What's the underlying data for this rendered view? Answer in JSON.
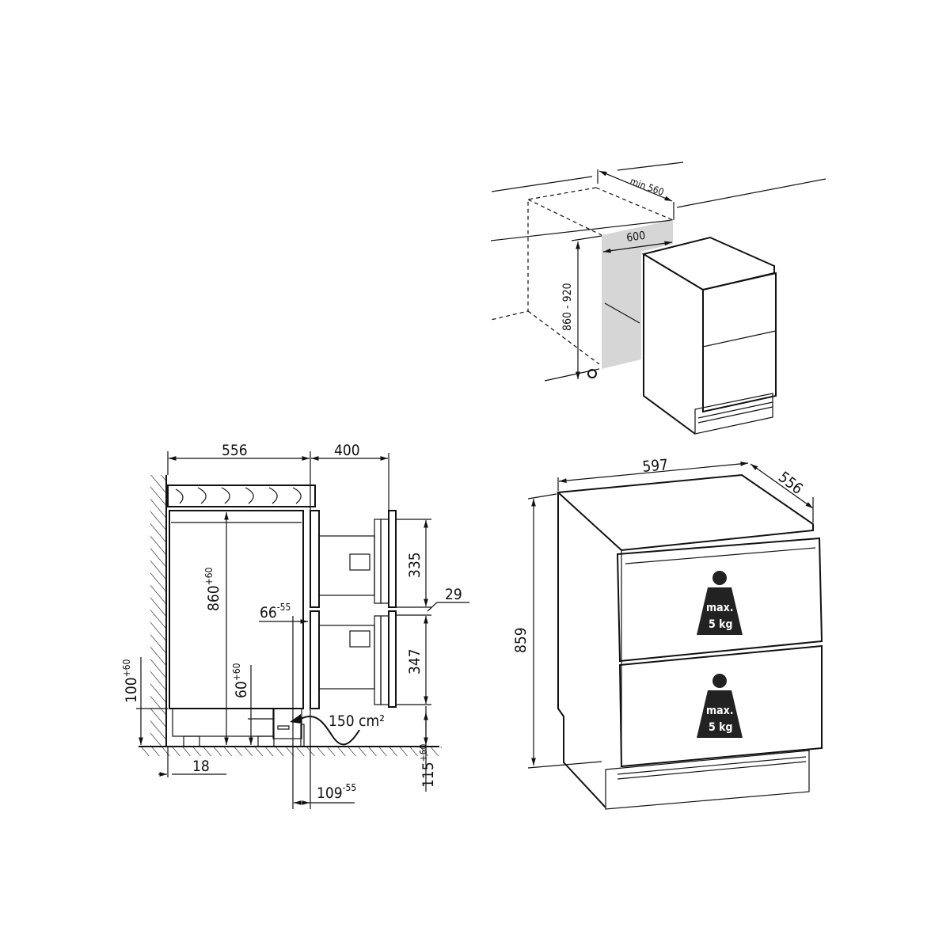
{
  "installation_view": {
    "depth_min": "min 560",
    "width": "600",
    "height_range": "860 - 920"
  },
  "side_view": {
    "cabinet_depth": "556",
    "drawer_extension": "400",
    "upper_drawer_height": "335",
    "drawer_gap": "29",
    "lower_drawer_height": "347",
    "niche_height": "860",
    "niche_height_tol": "+60",
    "door_offset": "66",
    "door_offset_tol": "-55",
    "plinth_height": "60",
    "plinth_height_tol": "+60",
    "floor_clearance": "100",
    "floor_clearance_tol": "+60",
    "ventilation": "150 cm²",
    "wall_gap": "18",
    "plinth_depth": "109",
    "plinth_depth_tol": "-55",
    "base_height": "115",
    "base_height_tol": "+60"
  },
  "front_view": {
    "width": "597",
    "depth": "556",
    "height": "859",
    "drawers": [
      {
        "load_line1": "max.",
        "load_line2": "5 kg"
      },
      {
        "load_line1": "max.",
        "load_line2": "5 kg"
      }
    ]
  }
}
